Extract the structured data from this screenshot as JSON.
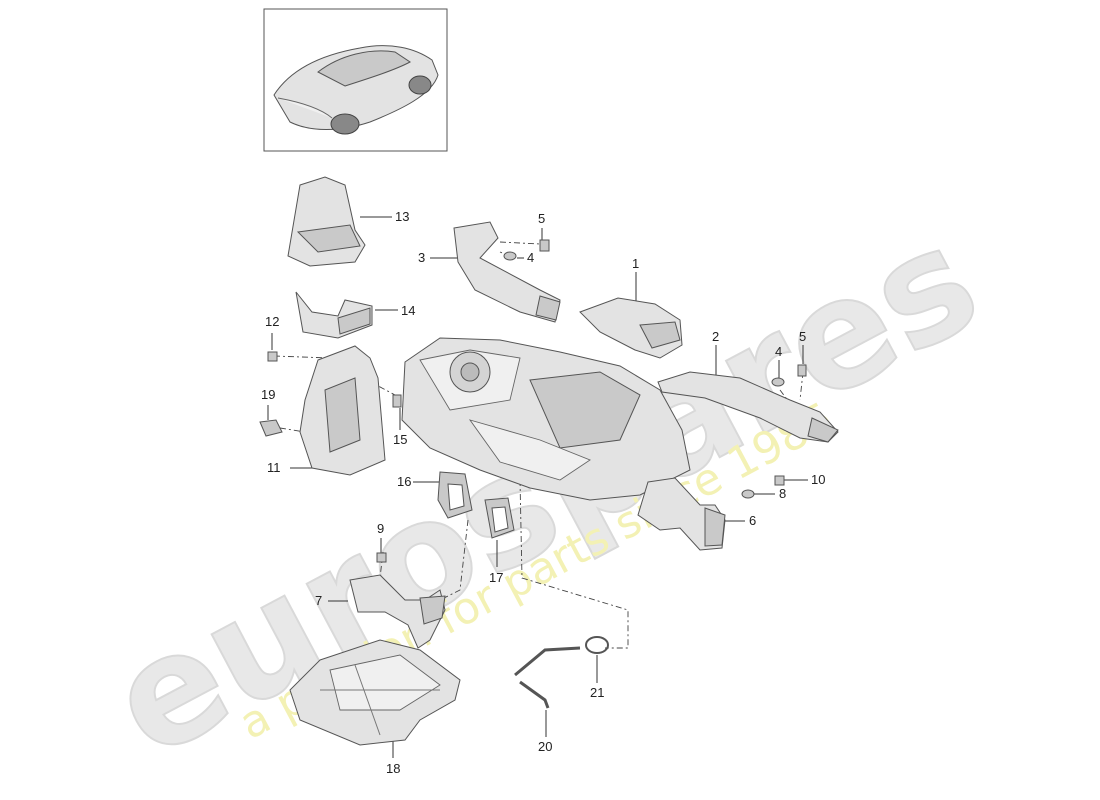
{
  "watermark": {
    "brand": "eurospares",
    "tagline": "a passion for parts since 1985",
    "accent_color": "#f3f1b4"
  },
  "callouts": {
    "c1": "1",
    "c2": "2",
    "c3": "3",
    "c4a": "4",
    "c4b": "4",
    "c5a": "5",
    "c5b": "5",
    "c6": "6",
    "c7": "7",
    "c8": "8",
    "c9": "9",
    "c10": "10",
    "c11": "11",
    "c12": "12",
    "c13": "13",
    "c14": "14",
    "c15": "15",
    "c16": "16",
    "c17": "17",
    "c18": "18",
    "c19": "19",
    "c20": "20",
    "c21": "21"
  }
}
